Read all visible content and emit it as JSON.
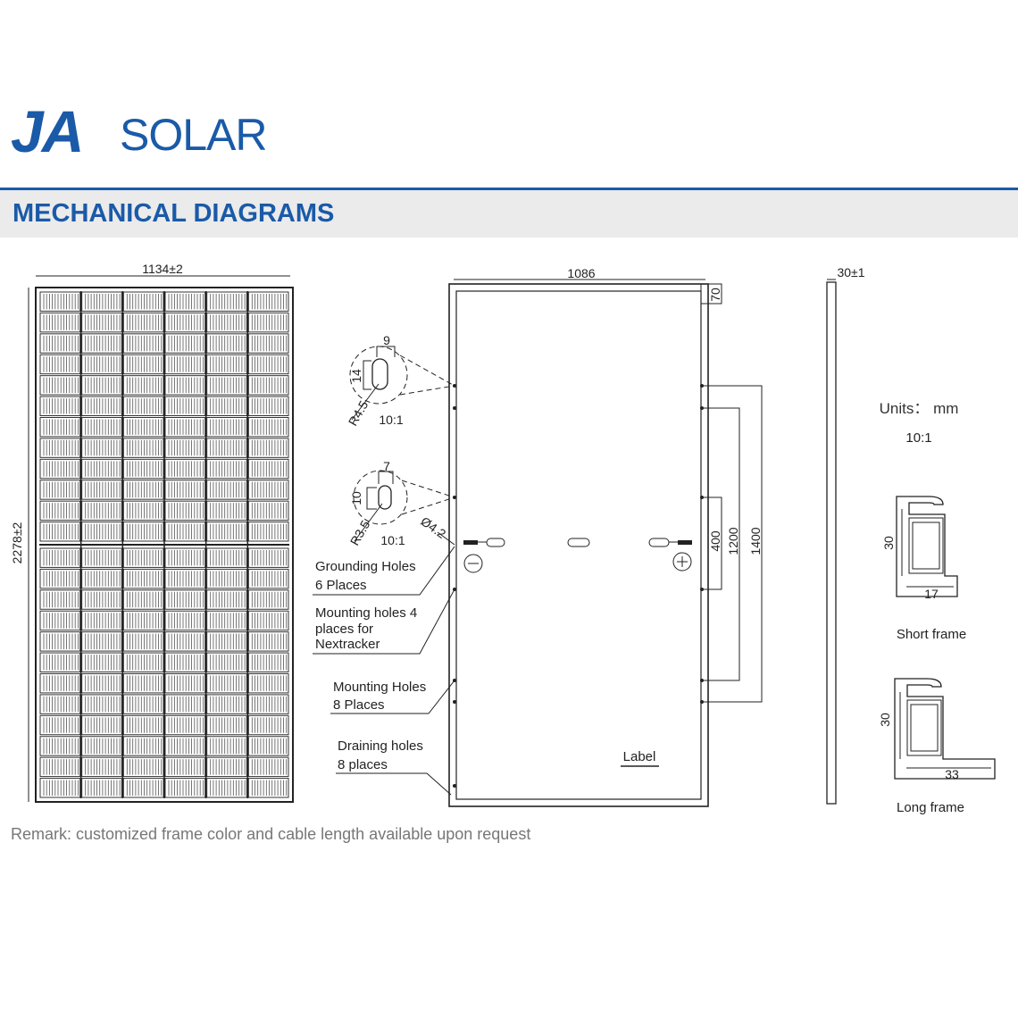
{
  "brand": {
    "logo_ja": "JA",
    "logo_solar": "SOLAR",
    "color": "#1a5aa8"
  },
  "section": {
    "title": "MECHANICAL DIAGRAMS",
    "band_color": "#ebebeb",
    "rule_color": "#1a5aa8"
  },
  "front_view": {
    "width_dim": "1134±2",
    "height_dim": "2278±2",
    "cell_columns": 6,
    "cell_rows_per_half": 12
  },
  "back_view": {
    "width_dim": "1086",
    "corner_dim": "70",
    "dim_400": "400",
    "dim_1200": "1200",
    "dim_1400": "1400",
    "detail_a": {
      "w": "9",
      "h": "14",
      "r": "R4.5",
      "scale": "10:1"
    },
    "detail_b": {
      "w": "7",
      "h": "10",
      "r": "R3.5",
      "dia": "Ø4.2",
      "scale": "10:1"
    },
    "label_text": "Label",
    "minus": "⊖",
    "plus": "⊕",
    "callouts": {
      "grounding": [
        "Grounding Holes",
        "6 Places"
      ],
      "nextracker": [
        "Mounting holes 4",
        "places for",
        "Nextracker"
      ],
      "mounting": [
        "Mounting Holes",
        "8 Places"
      ],
      "draining": [
        "Draining holes",
        "8 places"
      ]
    }
  },
  "side_view": {
    "thickness_dim": "30±1"
  },
  "units": {
    "label": "Units： mm",
    "scale": "10:1"
  },
  "profiles": {
    "short": {
      "h": "30",
      "w": "17",
      "name": "Short frame"
    },
    "long": {
      "h": "30",
      "w": "33",
      "name": "Long frame"
    }
  },
  "remark": "Remark: customized frame color and cable length available upon request"
}
